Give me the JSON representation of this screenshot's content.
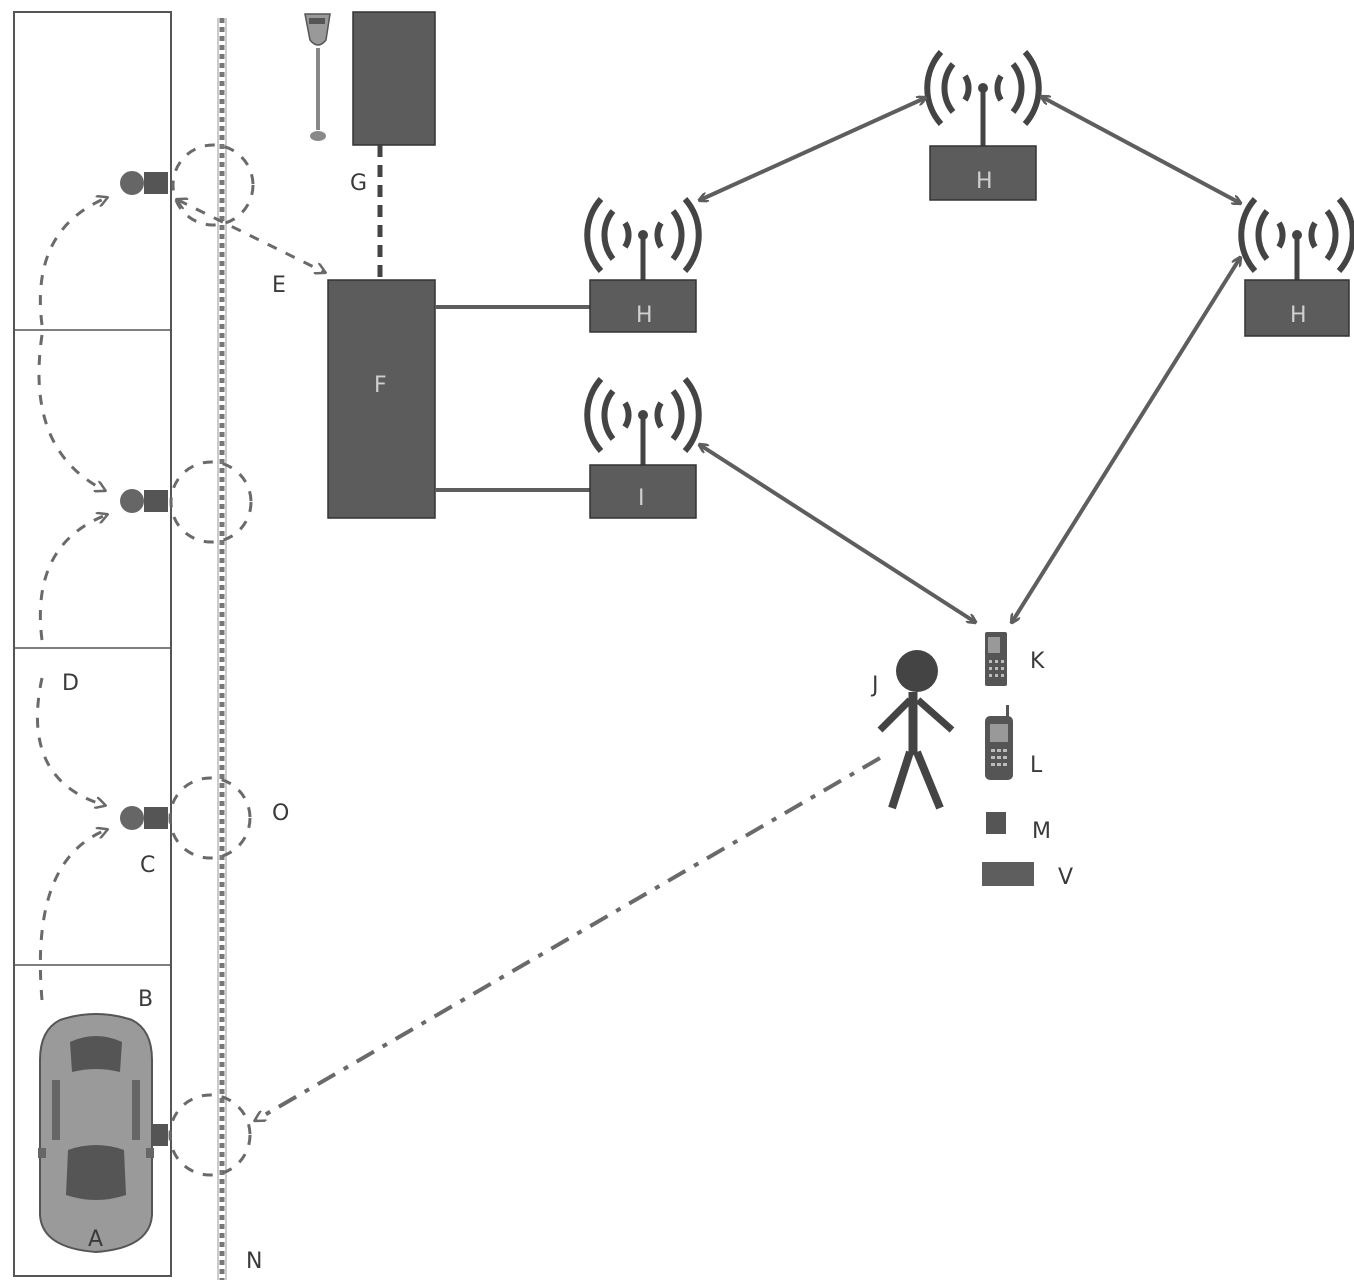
{
  "labels": {
    "A": "A",
    "B": "B",
    "C": "C",
    "D": "D",
    "E": "E",
    "F": "F",
    "G": "G",
    "H": "H",
    "I": "I",
    "J": "J",
    "K": "K",
    "L": "L",
    "M": "M",
    "N": "N",
    "O": "O",
    "V": "V"
  },
  "colors": {
    "box": "#5c5c5c",
    "line": "#5e5e5e",
    "dash": "#6a6a6a",
    "text": "#3a3a3a"
  },
  "icons": [
    "parking-meter-icon",
    "antenna-icon",
    "sensor-icon",
    "car-icon",
    "person-icon",
    "phone-icon",
    "mobile-phone-icon"
  ]
}
